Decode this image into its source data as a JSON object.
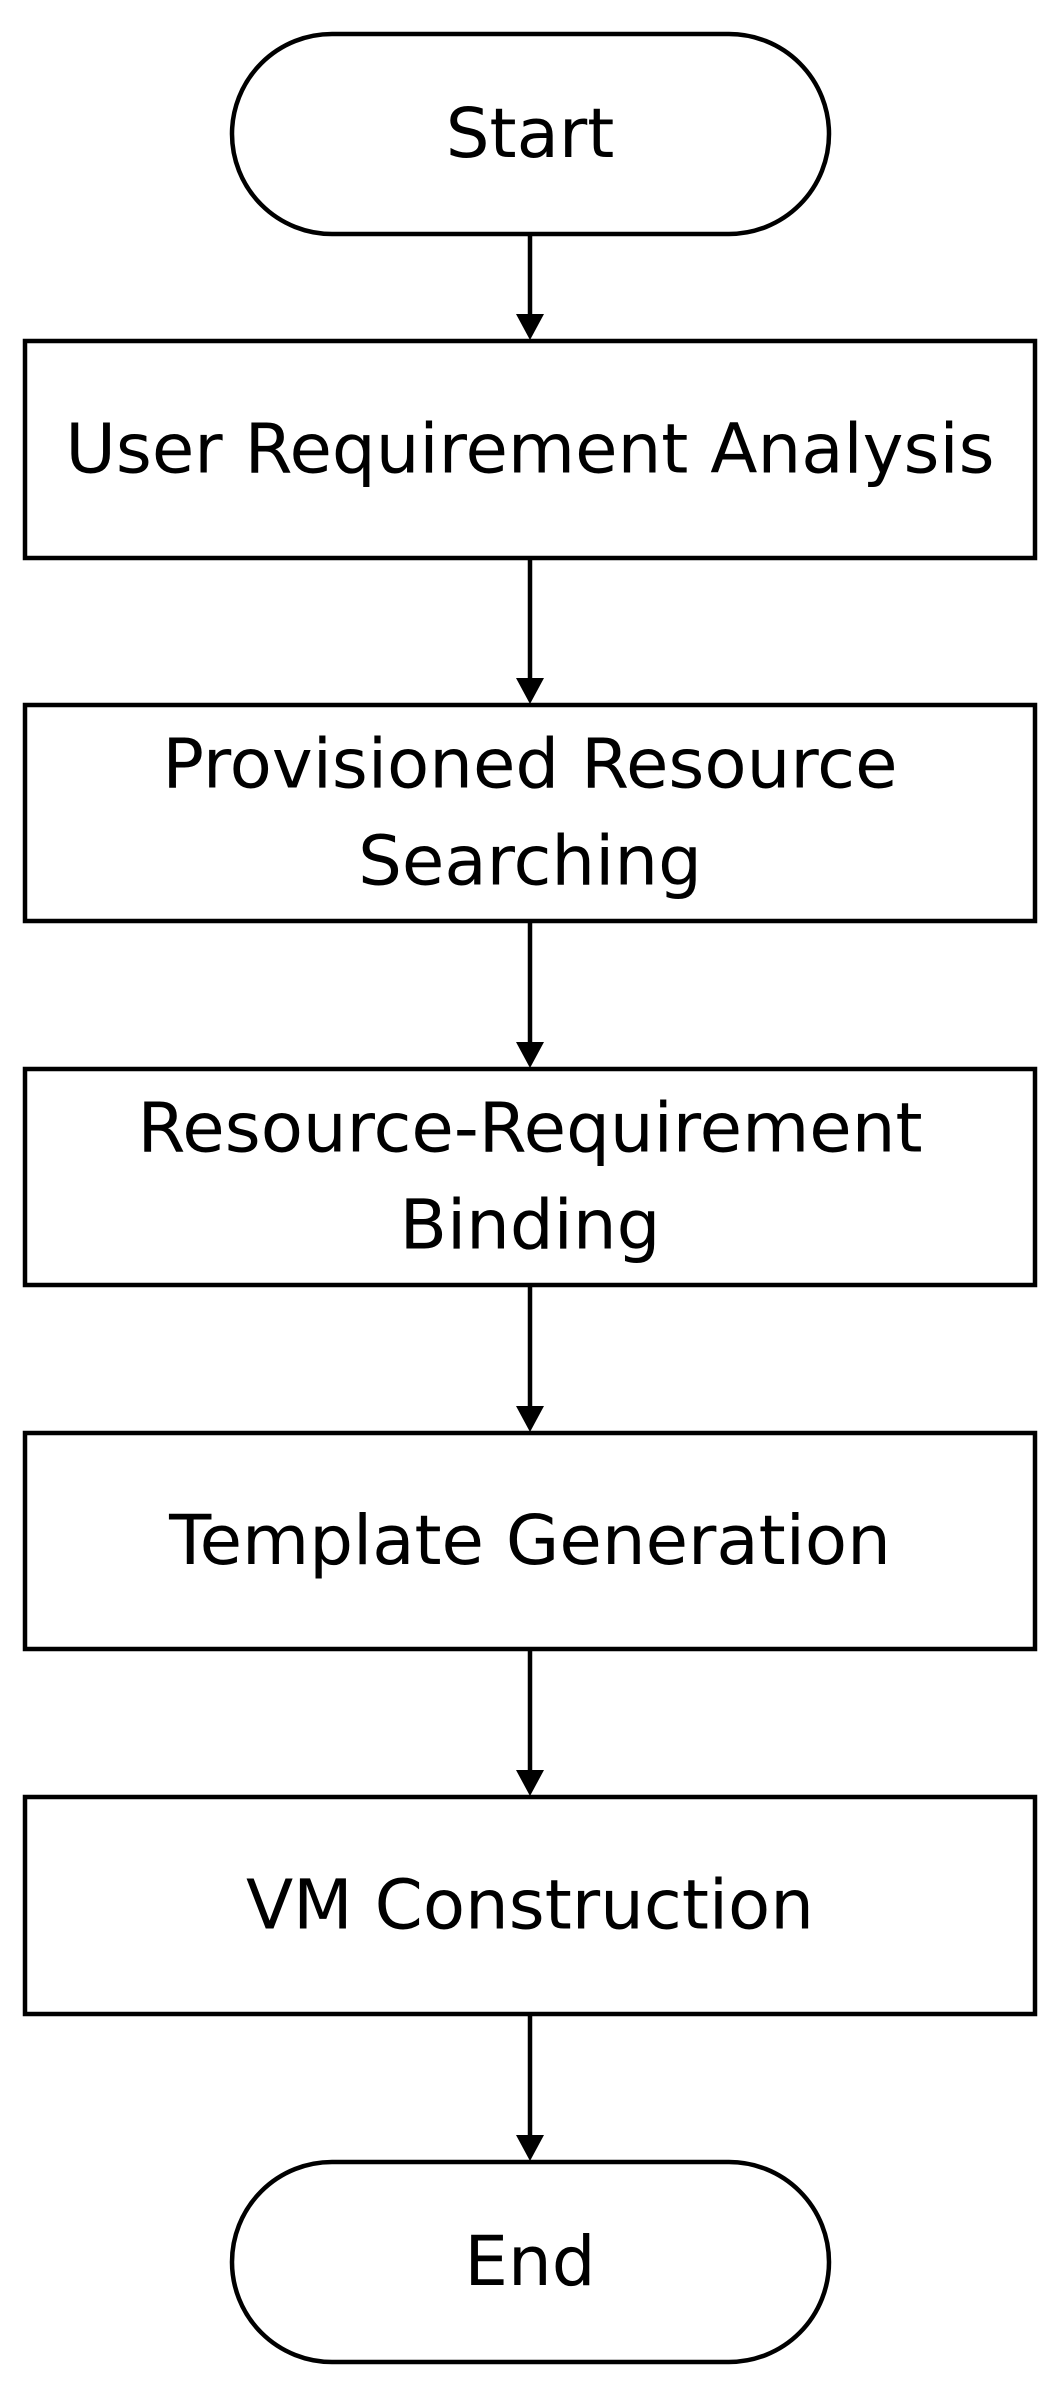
{
  "flowchart": {
    "nodes": [
      {
        "id": "start",
        "shape": "terminator",
        "lines": [
          "Start"
        ]
      },
      {
        "id": "user-requirement-analysis",
        "shape": "process",
        "lines": [
          "User Requirement Analysis"
        ]
      },
      {
        "id": "provisioned-resource-searching",
        "shape": "process",
        "lines": [
          "Provisioned Resource",
          "Searching"
        ]
      },
      {
        "id": "resource-requirement-binding",
        "shape": "process",
        "lines": [
          "Resource-Requirement",
          "Binding"
        ]
      },
      {
        "id": "template-generation",
        "shape": "process",
        "lines": [
          "Template Generation"
        ]
      },
      {
        "id": "vm-construction",
        "shape": "process",
        "lines": [
          "VM Construction"
        ]
      },
      {
        "id": "end",
        "shape": "terminator",
        "lines": [
          "End"
        ]
      }
    ],
    "edges": [
      {
        "from": "start",
        "to": "user-requirement-analysis"
      },
      {
        "from": "user-requirement-analysis",
        "to": "provisioned-resource-searching"
      },
      {
        "from": "provisioned-resource-searching",
        "to": "resource-requirement-binding"
      },
      {
        "from": "resource-requirement-binding",
        "to": "template-generation"
      },
      {
        "from": "template-generation",
        "to": "vm-construction"
      },
      {
        "from": "vm-construction",
        "to": "end"
      }
    ]
  }
}
